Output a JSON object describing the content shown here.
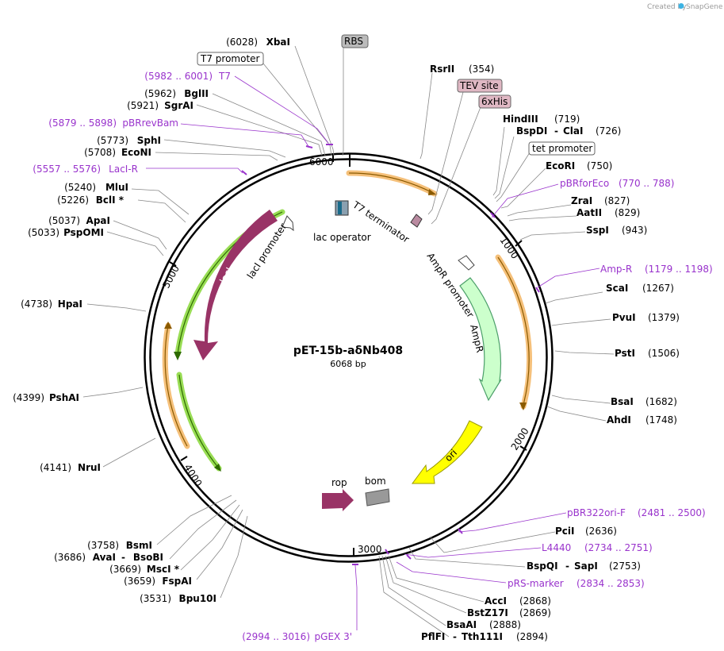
{
  "credit": {
    "prefix": "Created by",
    "brand": "SnapGene"
  },
  "plasmid": {
    "name": "pET-15b-aδNb408",
    "length": "6068 bp",
    "size": 6068
  },
  "ticks": [
    "1000",
    "2000",
    "3000",
    "4000",
    "5000",
    "6000"
  ],
  "enzymes": {
    "xbai": {
      "name": "XbaI",
      "pos": "(6028)"
    },
    "bglii": {
      "name": "BglII",
      "pos": "(5962)"
    },
    "sgrai": {
      "name": "SgrAI",
      "pos": "(5921)"
    },
    "sphi": {
      "name": "SphI",
      "pos": "(5773)"
    },
    "econi": {
      "name": "EcoNI",
      "pos": "(5708)"
    },
    "mlui": {
      "name": "MluI",
      "pos": "(5240)"
    },
    "bcli": {
      "name": "BclI *",
      "pos": "(5226)"
    },
    "apai": {
      "name": "ApaI",
      "pos": "(5037)"
    },
    "pspomi": {
      "name": "PspOMI",
      "pos": "(5033)"
    },
    "hpai": {
      "name": "HpaI",
      "pos": "(4738)"
    },
    "pshai": {
      "name": "PshAI",
      "pos": "(4399)"
    },
    "nrui": {
      "name": "NruI",
      "pos": "(4141)"
    },
    "bsmi": {
      "name": "BsmI",
      "pos": "(3758)"
    },
    "avai": {
      "name": "AvaI",
      "pos": "(3686)"
    },
    "bsobi": {
      "name": "BsoBI",
      "sep": "-"
    },
    "msci": {
      "name": "MscI *",
      "pos": "(3669)"
    },
    "fspai": {
      "name": "FspAI",
      "pos": "(3659)"
    },
    "bpu10i": {
      "name": "Bpu10I",
      "pos": "(3531)"
    },
    "rsrii": {
      "name": "RsrII",
      "pos": "(354)"
    },
    "hindiii": {
      "name": "HindIII",
      "pos": "(719)"
    },
    "bspdi": {
      "name": "BspDI",
      "sep": "-"
    },
    "clai": {
      "name": "ClaI",
      "pos": "(726)"
    },
    "ecori": {
      "name": "EcoRI",
      "pos": "(750)"
    },
    "zrai": {
      "name": "ZraI",
      "pos": "(827)"
    },
    "aatii": {
      "name": "AatII",
      "pos": "(829)"
    },
    "sspi": {
      "name": "SspI",
      "pos": "(943)"
    },
    "scai": {
      "name": "ScaI",
      "pos": "(1267)"
    },
    "pvui": {
      "name": "PvuI",
      "pos": "(1379)"
    },
    "psti": {
      "name": "PstI",
      "pos": "(1506)"
    },
    "bsai": {
      "name": "BsaI",
      "pos": "(1682)"
    },
    "ahdi": {
      "name": "AhdI",
      "pos": "(1748)"
    },
    "pcii": {
      "name": "PciI",
      "pos": "(2636)"
    },
    "bspqi": {
      "name": "BspQI",
      "sep": "-"
    },
    "sapi": {
      "name": "SapI",
      "pos": "(2753)"
    },
    "acci": {
      "name": "AccI",
      "pos": "(2868)"
    },
    "bstz17i": {
      "name": "BstZ17I",
      "pos": "(2869)"
    },
    "bsaai": {
      "name": "BsaAI",
      "pos": "(2888)"
    },
    "pflfi": {
      "name": "PflFI",
      "sep": "-"
    },
    "tth111i": {
      "name": "Tth111I",
      "pos": "(2894)"
    }
  },
  "primers": {
    "t7": {
      "name": "T7",
      "range": "(5982 .. 6001)"
    },
    "pbrrevbam": {
      "name": "pBRrevBam",
      "range": "(5879 .. 5898)"
    },
    "laci_r": {
      "name": "LacI-R",
      "range": "(5557 .. 5576)"
    },
    "pbrforeco": {
      "name": "pBRforEco",
      "range": "(770 .. 788)"
    },
    "amp_r": {
      "name": "Amp-R",
      "range": "(1179 .. 1198)"
    },
    "pbr322ori_f": {
      "name": "pBR322ori-F",
      "range": "(2481 .. 2500)"
    },
    "l4440": {
      "name": "L4440",
      "range": "(2734 .. 2751)"
    },
    "prs_marker": {
      "name": "pRS-marker",
      "range": "(2834 .. 2853)"
    },
    "pgex3": {
      "name": "pGEX 3'",
      "range": "(2994 .. 3016)"
    }
  },
  "boxed_features": {
    "rbs": "RBS",
    "t7_promoter": "T7 promoter",
    "tev_site": "TEV site",
    "his6": "6xHis",
    "tet_promoter": "tet promoter"
  },
  "features": {
    "laci": "lacI",
    "laci_promoter": "lacI promoter",
    "lac_operator": "lac operator",
    "t7_terminator": "T7 terminator",
    "ampr_promoter": "AmpR promoter",
    "ampr": "AmpR",
    "ori": "ori",
    "rop": "rop",
    "bom": "bom"
  },
  "colors": {
    "backbone": "#000000",
    "laci": "#993366",
    "rop": "#993366",
    "ampr": "#ccffcc",
    "ori": "#ffff00",
    "bom": "#999999",
    "primer": "#9933cc",
    "orange_band": "#f5c07a",
    "green_band": "#99dd55",
    "rbs_box": "#bbbbbb",
    "tag_box": "#e0b8c4"
  }
}
